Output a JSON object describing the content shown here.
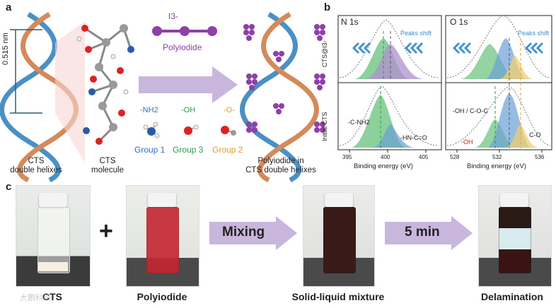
{
  "panel_a": {
    "letter": "a",
    "dimension": "0.515 nm",
    "iodide_formula": "I3-",
    "polyiodide": "Polyiodide",
    "groups": [
      {
        "formula": "-NH2",
        "name": "Group 1",
        "color": "#2f6fba"
      },
      {
        "formula": "-OH",
        "name": "Group 3",
        "color": "#2e9a4a"
      },
      {
        "formula": "-O-",
        "name": "Group 2",
        "color": "#e39a2a"
      }
    ],
    "caption_left_1": "CTS",
    "caption_left_2": "double helixes",
    "caption_mol_1": "CTS",
    "caption_mol_2": "molecule",
    "caption_right_1": "Polyiodide in",
    "caption_right_2": "CTS double helixes"
  },
  "panel_b": {
    "letter": "b",
    "n1s_title": "N 1s",
    "o1s_title": "O 1s",
    "peaks_shift": "Peaks shift",
    "row_top": "CTS@I3-",
    "row_bottom": "Initial CTS",
    "n_labels": {
      "cnh2": "-C-NH2",
      "hnco": "-HN-C=O"
    },
    "o_labels": {
      "ococ": "-OH / C-O-C",
      "oh": "-OH",
      "co": "C-O"
    },
    "xlabel": "Binding energy (eV)",
    "n_ticks": [
      "395",
      "400",
      "405"
    ],
    "o_ticks": [
      "528",
      "532",
      "536"
    ]
  },
  "panel_c": {
    "letter": "c",
    "plus": "+",
    "arrow1": "Mixing",
    "arrow2": "5 min",
    "captions": [
      "CTS",
      "Polyiodide",
      "Solid-liquid mixture",
      "Delamination"
    ],
    "watermark": "大鹏科研"
  },
  "colors": {
    "helix_blue": "#4a90c4",
    "helix_orange": "#d48a5a",
    "purple": "#8e3fa8",
    "arrow_purple": "#c8b6dc",
    "chevron_blue": "#3d8fd0",
    "peak_green": "#66c17a",
    "peak_purple": "#b28fd0",
    "peak_blue": "#6a9fd6",
    "peak_yellow": "#f0cf72"
  }
}
